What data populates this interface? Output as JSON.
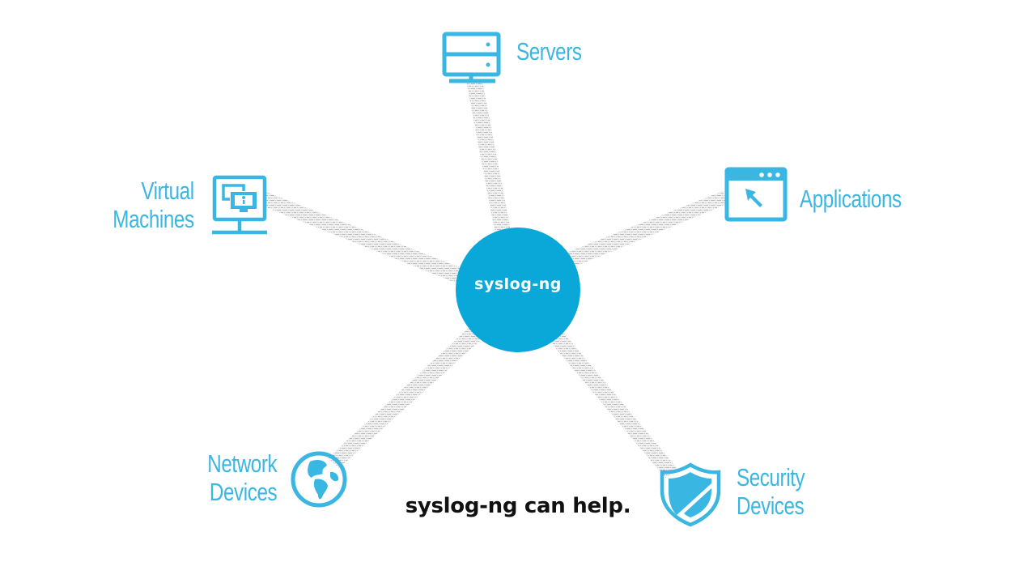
{
  "diagram": {
    "hub": {
      "label": "syslog-ng",
      "color": "#0aa8d8",
      "text_color": "#ffffff"
    },
    "nodes": [
      {
        "id": "servers",
        "label_lines": [
          "Servers"
        ],
        "icon": "server-rack-icon"
      },
      {
        "id": "applications",
        "label_lines": [
          "Applications"
        ],
        "icon": "app-window-cursor-icon"
      },
      {
        "id": "virtual-machines",
        "label_lines": [
          "Virtual",
          "Machines"
        ],
        "icon": "virtual-machine-monitor-icon"
      },
      {
        "id": "network-devices",
        "label_lines": [
          "Network",
          "Devices"
        ],
        "icon": "globe-icon"
      },
      {
        "id": "security-devices",
        "label_lines": [
          "Security",
          "Devices"
        ],
        "icon": "shield-icon"
      }
    ],
    "connector_style": "binary-data-stream",
    "tagline": "syslog-ng can help.",
    "colors": {
      "accent": "#3ab6e2",
      "beam": "#c8c8c8",
      "tagline": "#111111"
    }
  }
}
